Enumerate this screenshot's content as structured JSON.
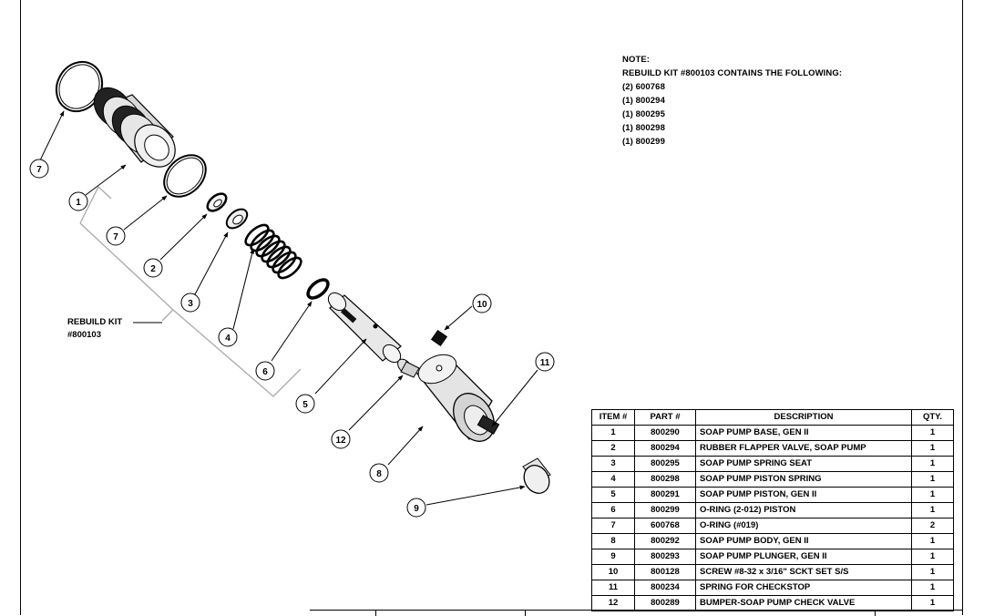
{
  "note": {
    "heading": "NOTE:",
    "lines": [
      "REBUILD KIT #800103 CONTAINS THE FOLLOWING:",
      "(2) 600768",
      "(1) 800294",
      "(1) 800295",
      "(1) 800298",
      "(1) 800299"
    ]
  },
  "kit_label": {
    "line1": "REBUILD KIT",
    "line2": "#800103"
  },
  "balloons": [
    "7",
    "1",
    "7",
    "2",
    "3",
    "4",
    "6",
    "5",
    "12",
    "8",
    "9",
    "10",
    "11"
  ],
  "bom": {
    "headers": [
      "ITEM #",
      "PART #",
      "DESCRIPTION",
      "QTY."
    ],
    "rows": [
      [
        "1",
        "800290",
        "SOAP PUMP BASE, GEN II",
        "1"
      ],
      [
        "2",
        "800294",
        "RUBBER FLAPPER VALVE, SOAP PUMP",
        "1"
      ],
      [
        "3",
        "800295",
        "SOAP PUMP SPRING SEAT",
        "1"
      ],
      [
        "4",
        "800298",
        "SOAP PUMP PISTON SPRING",
        "1"
      ],
      [
        "5",
        "800291",
        "SOAP PUMP PISTON, GEN II",
        "1"
      ],
      [
        "6",
        "800299",
        "O-RING (2-012) PISTON",
        "1"
      ],
      [
        "7",
        "600768",
        "O-RING (#019)",
        "2"
      ],
      [
        "8",
        "800292",
        "SOAP PUMP BODY, GEN II",
        "1"
      ],
      [
        "9",
        "800293",
        "SOAP PUMP PLUNGER, GEN II",
        "1"
      ],
      [
        "10",
        "800128",
        "SCREW #8-32 x 3/16\" SCKT SET S/S",
        "1"
      ],
      [
        "11",
        "800234",
        "SPRING FOR CHECKSTOP",
        "1"
      ],
      [
        "12",
        "800289",
        "BUMPER-SOAP PUMP CHECK VALVE",
        "1"
      ]
    ]
  }
}
